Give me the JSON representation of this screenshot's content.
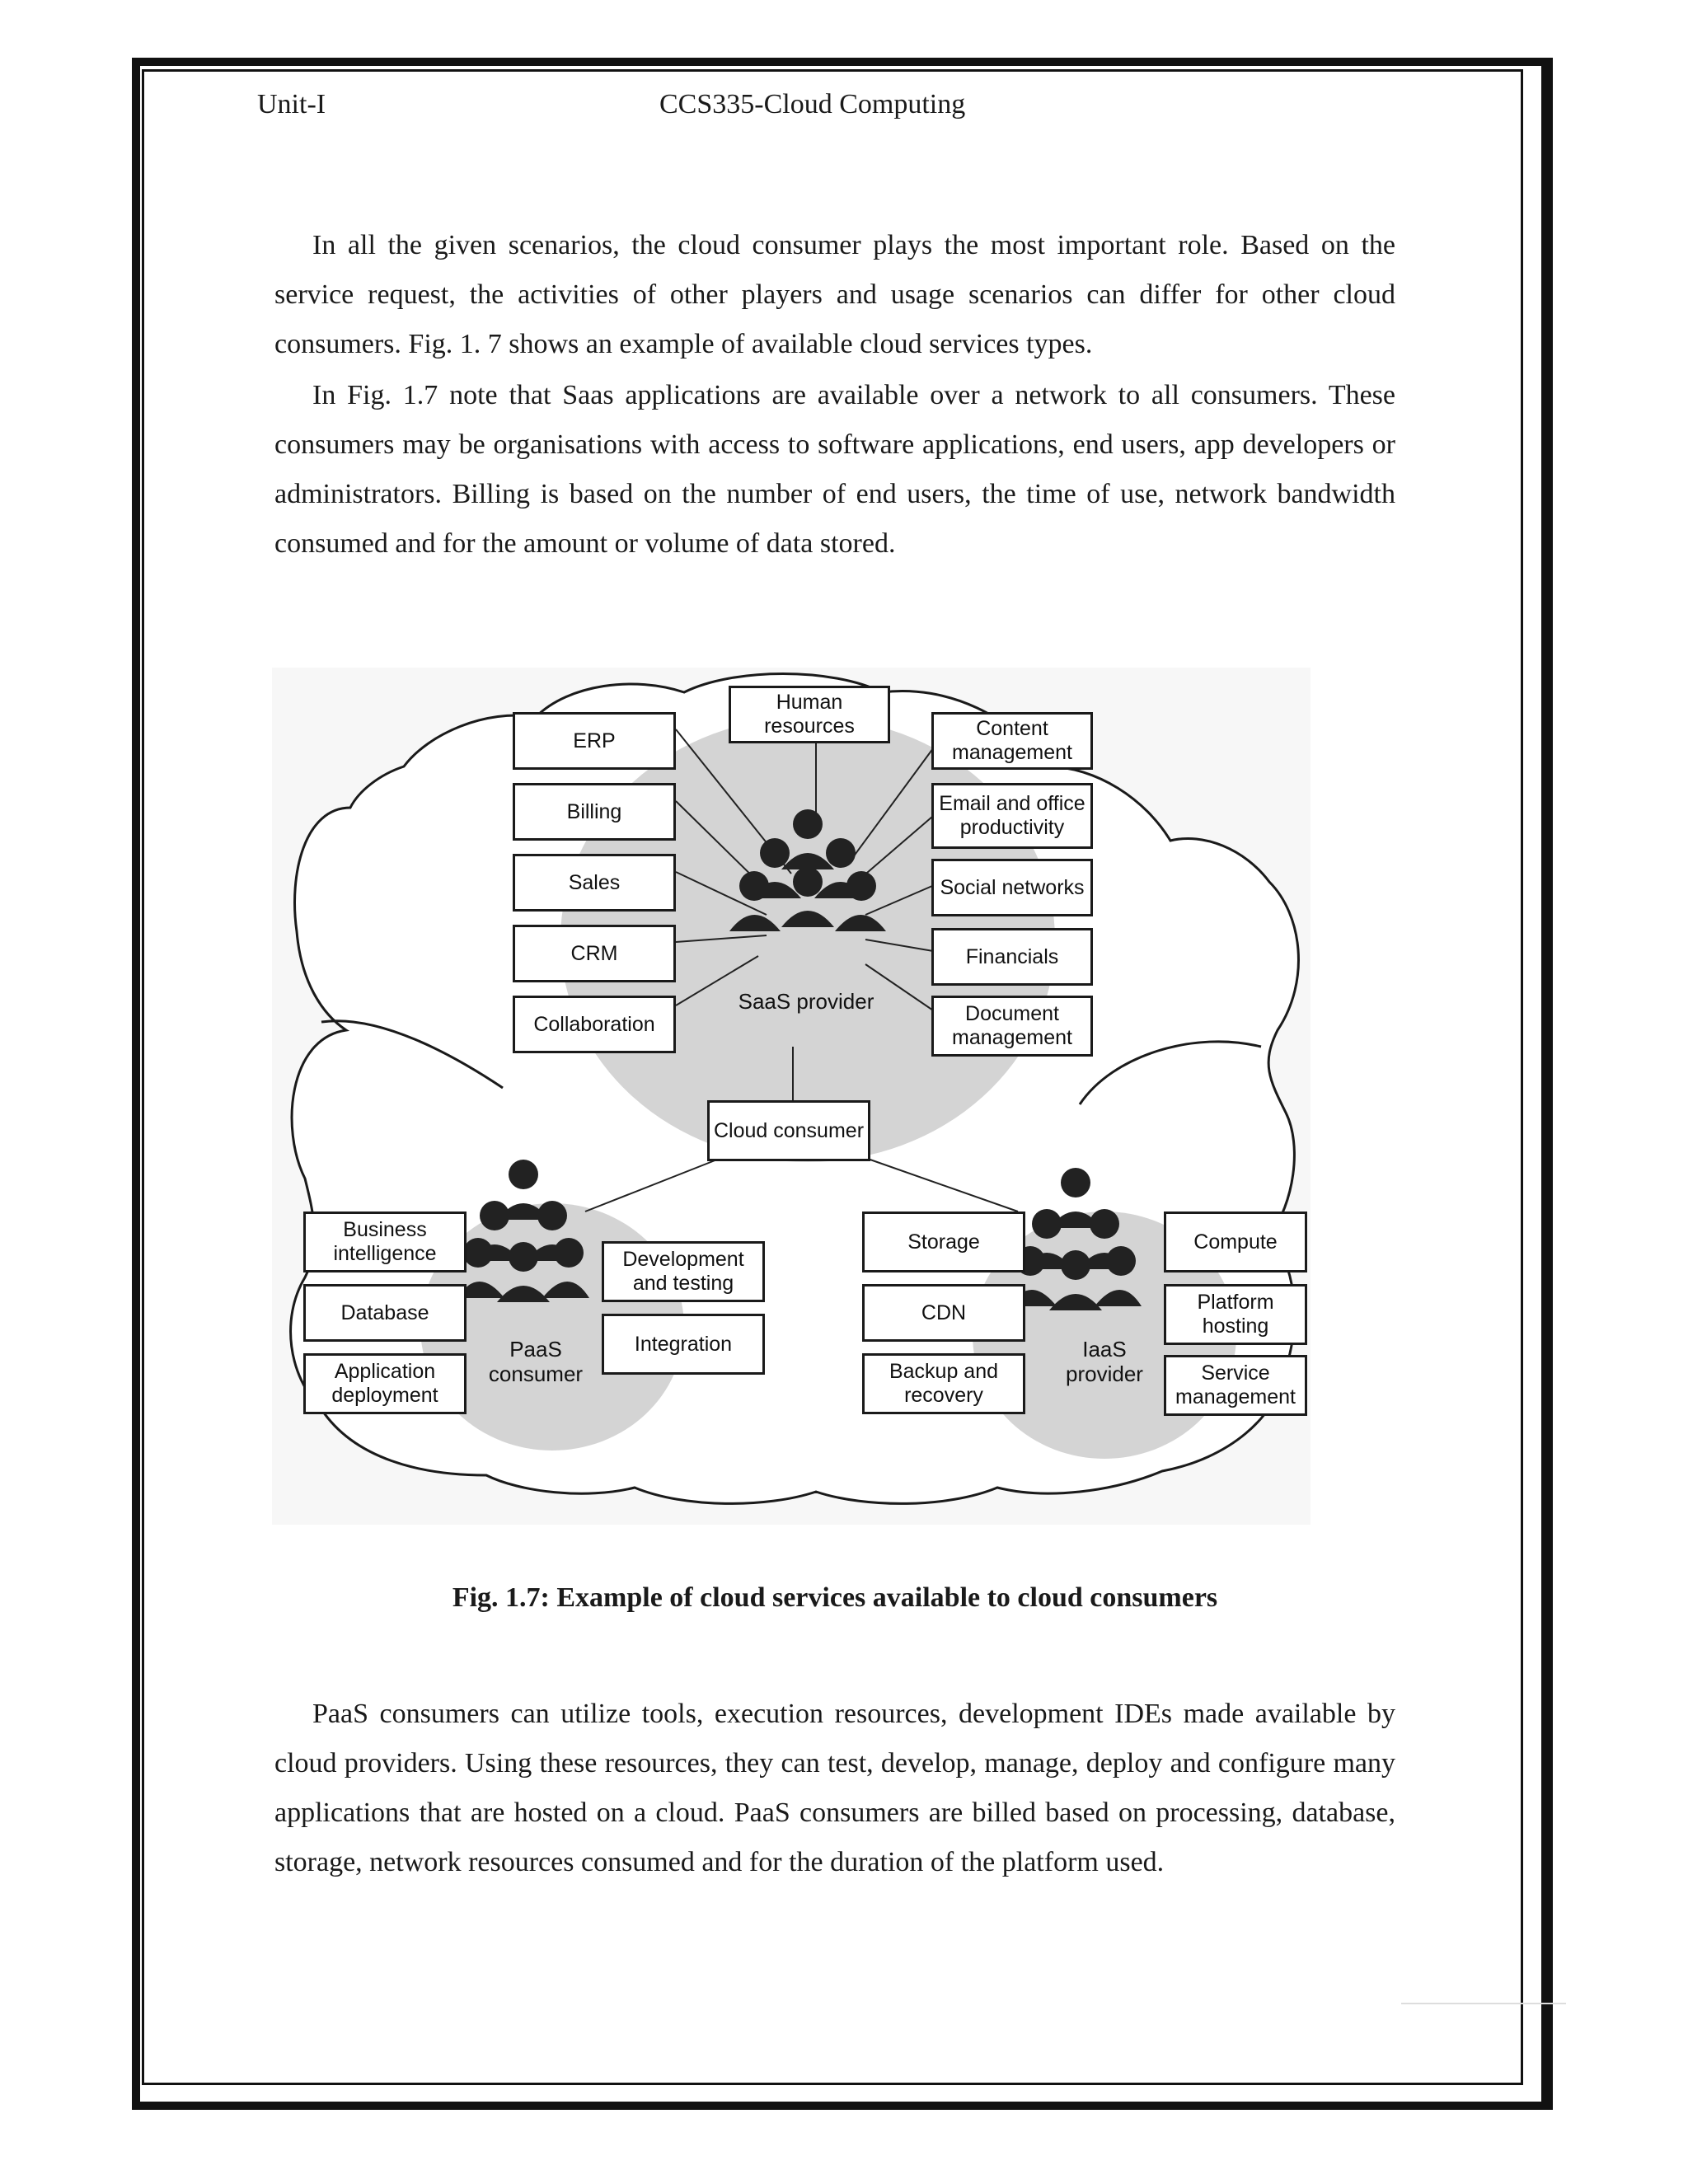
{
  "header": {
    "unit": "Unit-I",
    "course": "CCS335-Cloud Computing"
  },
  "paragraphs": [
    "In all the given scenarios, the cloud consumer plays the most important role. Based on the service request, the activities of other players and usage scenarios can differ for other cloud consumers. Fig. 1. 7 shows an example of available cloud services types.",
    "In Fig. 1.7 note that Saas applications are available over a network to all consumers. These consumers may be organisations with access to software applications, end users, app developers or administrators. Billing is based on the number of end users, the time of use, network bandwidth consumed and for the amount or volume of data stored."
  ],
  "figure": {
    "saas_left": [
      "ERP",
      "Billing",
      "Sales",
      "CRM",
      "Collaboration"
    ],
    "saas_top": "Human resources",
    "saas_right": [
      "Content management",
      "Email and office productivity",
      "Social networks",
      "Financials",
      "Document management"
    ],
    "saas_label": "SaaS provider",
    "cloud_consumer": "Cloud consumer",
    "paas_left": [
      "Business intelligence",
      "Database",
      "Application deployment"
    ],
    "paas_right": [
      "Development and testing",
      "Integration"
    ],
    "paas_label": "PaaS consumer",
    "iaas_left": [
      "Storage",
      "CDN",
      "Backup and recovery"
    ],
    "iaas_right": [
      "Compute",
      "Platform hosting",
      "Service management"
    ],
    "iaas_label": "IaaS provider"
  },
  "caption": "Fig. 1.7: Example of cloud services available to cloud consumers",
  "paragraph_after": "PaaS consumers can utilize tools, execution resources, development IDEs made available by cloud providers. Using these resources, they can test, develop, manage, deploy and configure many applications that are hosted on a cloud. PaaS consumers are billed based on processing, database, storage, network resources consumed and for the duration of the platform used."
}
